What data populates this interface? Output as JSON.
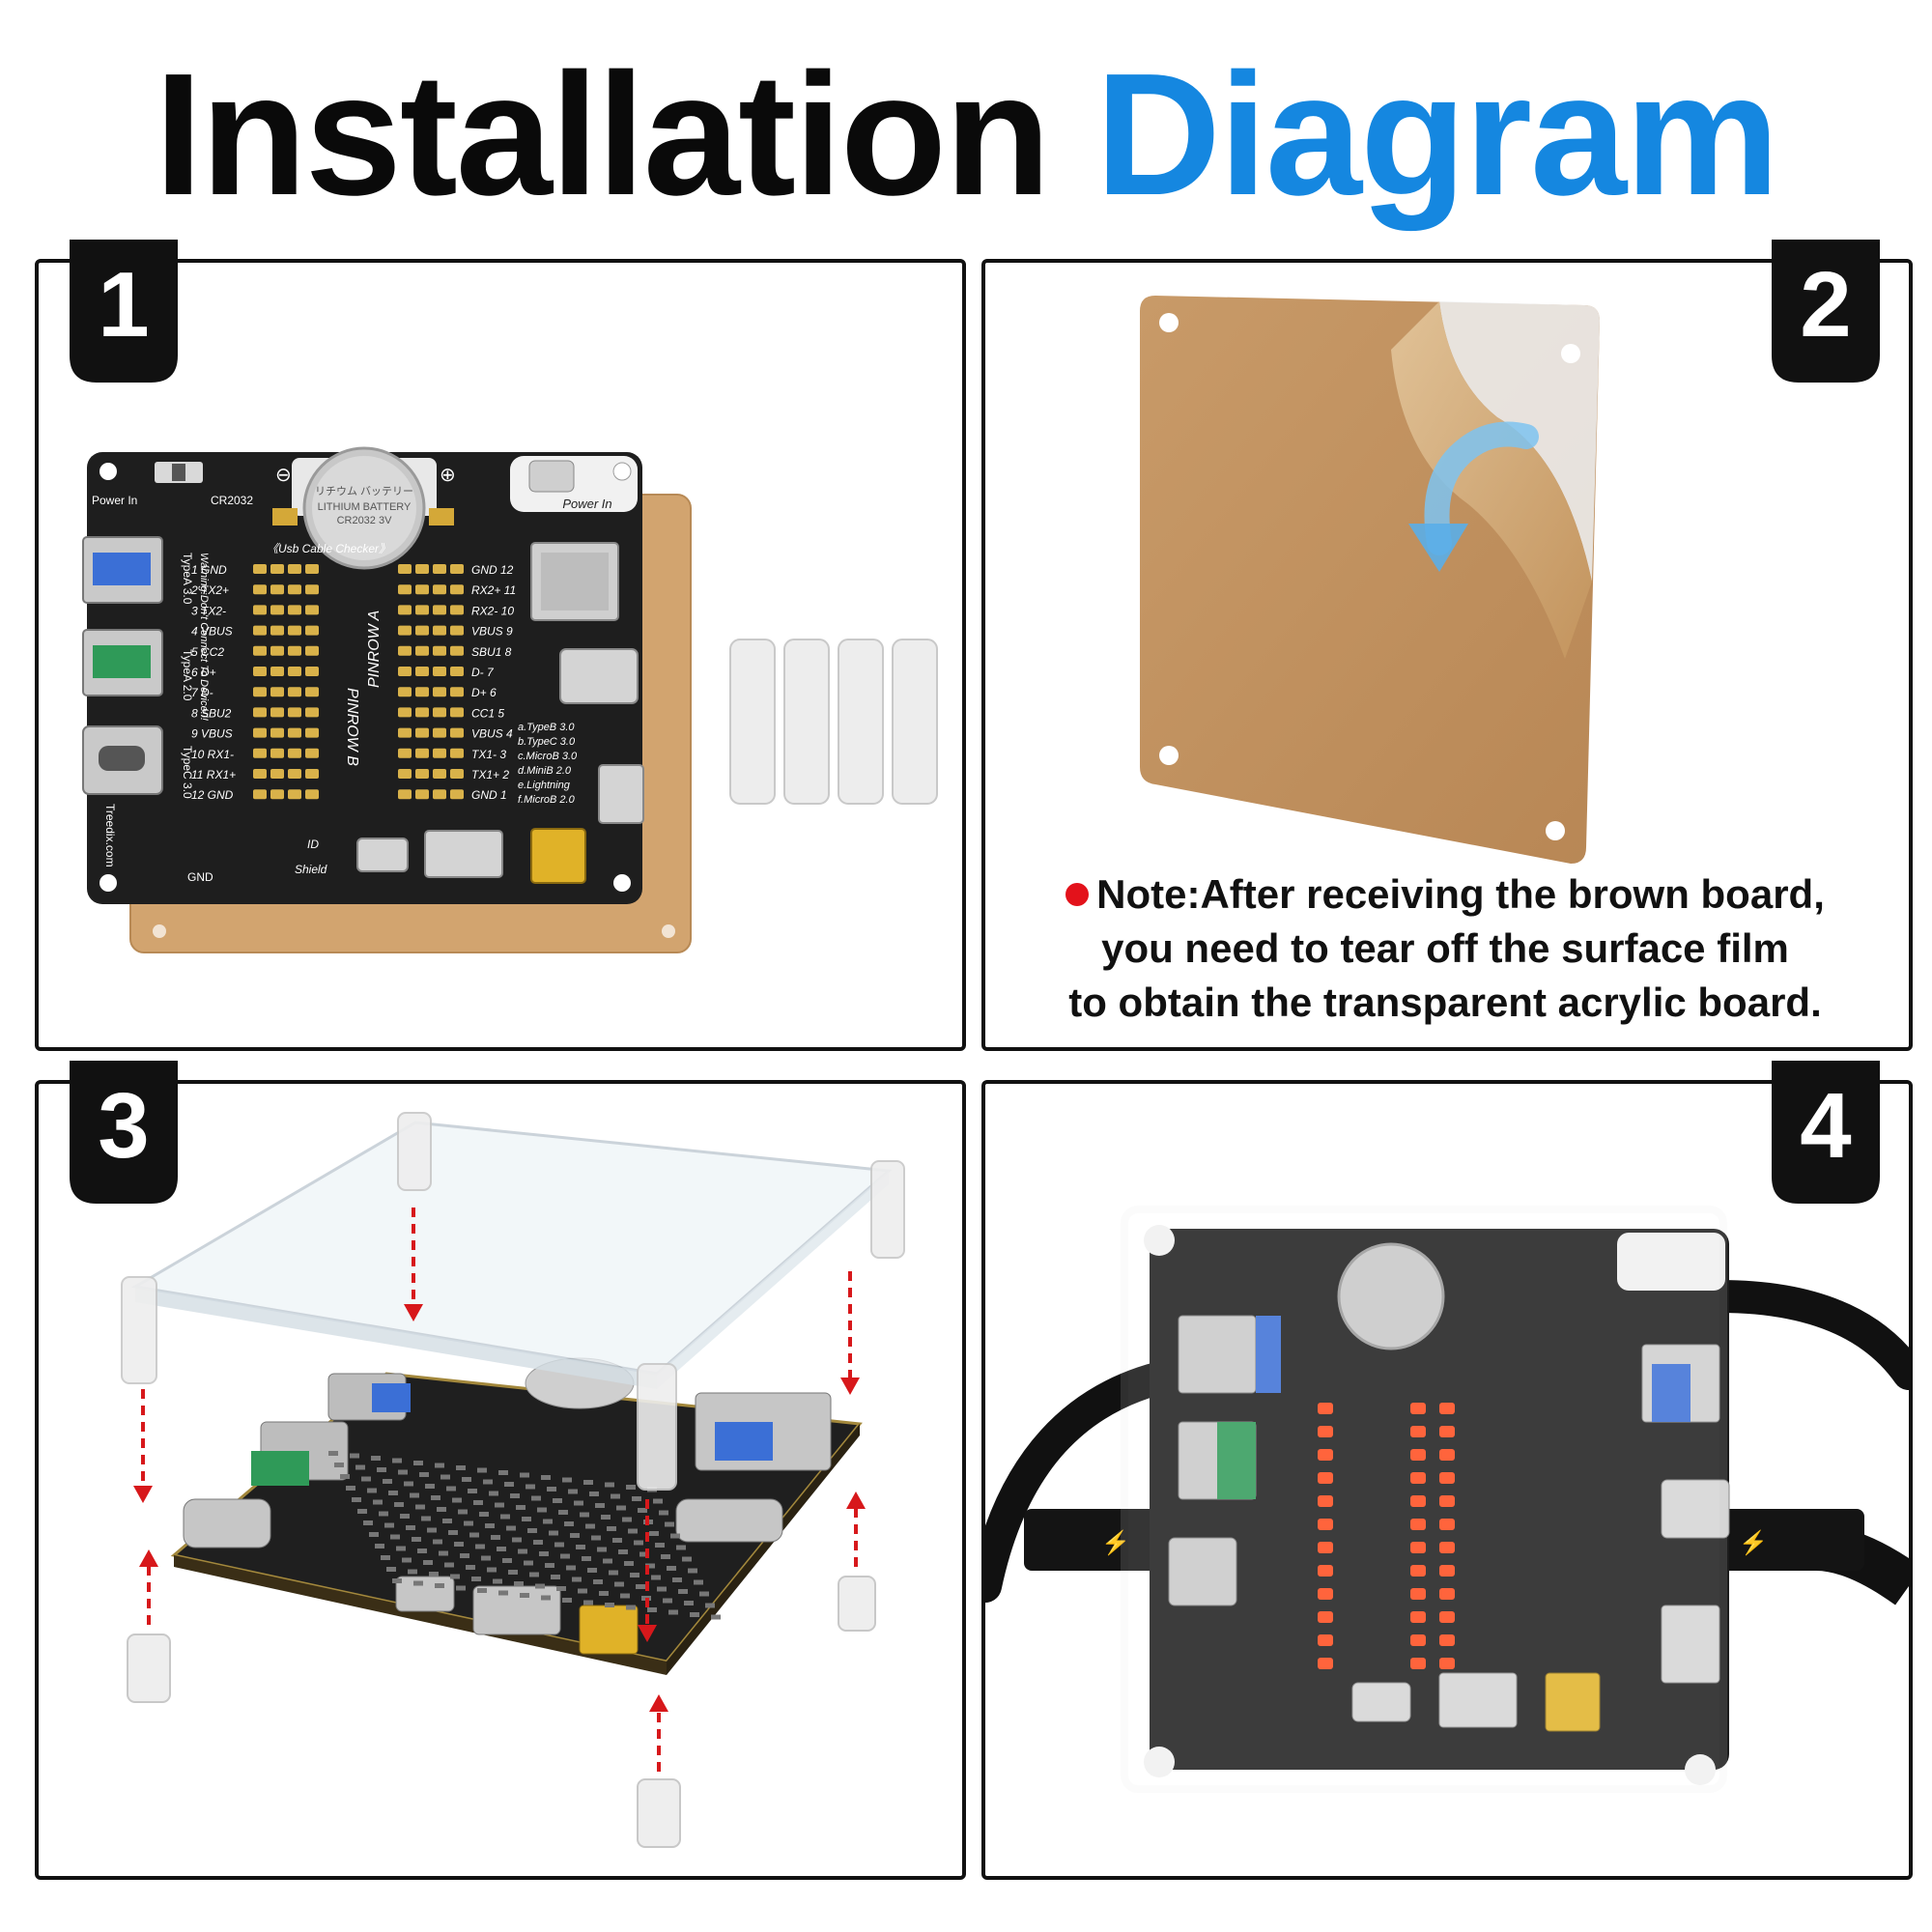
{
  "title": {
    "word1": "Installation",
    "word2": "Diagram"
  },
  "colors": {
    "accent": "#1587e0",
    "note_dot": "#e3121b",
    "pcb": "#1c1c1c",
    "brown_film": "#c79b6d",
    "led": "#ff4a1c"
  },
  "steps": [
    {
      "number": "1"
    },
    {
      "number": "2"
    },
    {
      "number": "3"
    },
    {
      "number": "4"
    }
  ],
  "note": {
    "line1": "Note:After receiving the brown board,",
    "line2": "you need to tear off the surface film",
    "line3": "to obtain the transparent acrylic board."
  },
  "board": {
    "power_in": "Power In",
    "cr2032": "CR2032",
    "battery_jp": "リチウム バッテリー",
    "battery_l1": "LITHIUM BATTERY",
    "battery_l2": "CR2032 3V",
    "checker": "《Usb Cable Checker》",
    "pinrow_a": "PINROW A",
    "pinrow_b": "PINROW B",
    "typea3": "TypeA 3.0",
    "typea2": "TypeA 2.0",
    "typec3": "TypeC 3.0",
    "warning": "Warning:Don't Connect To Device!!!",
    "brand": "Treedix.com",
    "gnd": "GND",
    "shield": "Shield",
    "id": "ID",
    "left_pins": [
      "1 GND",
      "2 TX2+",
      "3 TX2-",
      "4 VBUS",
      "5 CC2",
      "6 D+",
      "7 D-",
      "8 SBU2",
      "9 VBUS",
      "10 RX1-",
      "11 RX1+",
      "12 GND"
    ],
    "right_pins": [
      "GND 12",
      "RX2+ 11",
      "RX2- 10",
      "VBUS 9",
      "SBU1 8",
      "D- 7",
      "D+ 6",
      "CC1 5",
      "VBUS 4",
      "TX1- 3",
      "TX1+ 2",
      "GND 1"
    ],
    "legend": [
      "a.TypeB 3.0",
      "b.TypeC 3.0",
      "c.MicroB 3.0",
      "d.MiniB 2.0",
      "e.Lightning",
      "f.MicroB 2.0"
    ]
  }
}
